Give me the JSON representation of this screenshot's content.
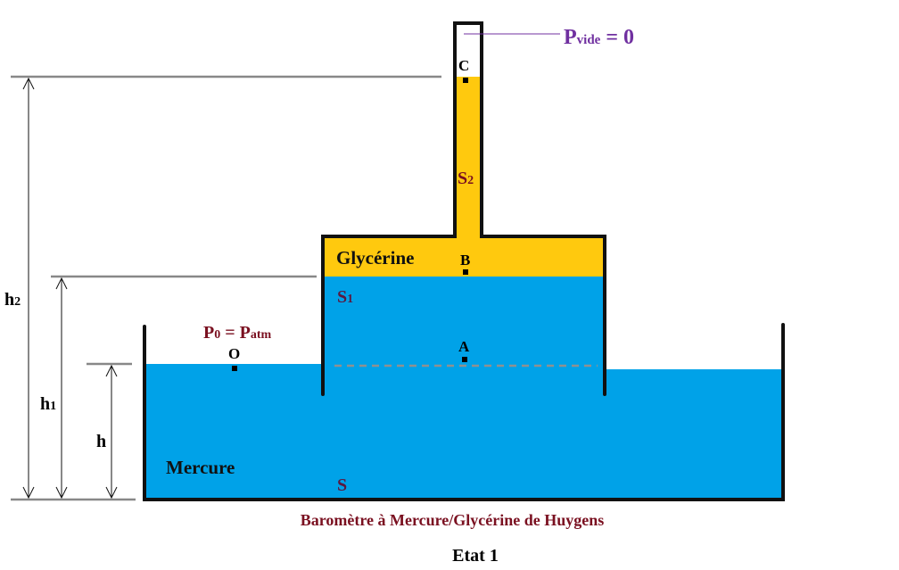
{
  "colors": {
    "mercury": "#00a2e8",
    "glycerine": "#ffc90e",
    "label": "#7a1020",
    "vacuum": "#7030a0",
    "dim": "#888888"
  },
  "labels": {
    "pvide_main": "P",
    "pvide_sub": "vide",
    "pvide_rest": " = 0",
    "C": "C",
    "S2_main": "S",
    "S2_sub": "2",
    "glycerine": "Glycérine",
    "B": "B",
    "S1_main": "S",
    "S1_sub": "1",
    "A": "A",
    "O": "O",
    "p0_main": "P",
    "p0_sub": "0",
    "p0_eq": " = P",
    "p0_atm": "atm",
    "mercure": "Mercure",
    "S": "S",
    "h2_main": "h",
    "h2_sub": "2",
    "h1_main": "h",
    "h1_sub": "1",
    "h": "h"
  },
  "caption": "Baromètre à Mercure/Glycérine de Huygens",
  "state": "Etat 1"
}
